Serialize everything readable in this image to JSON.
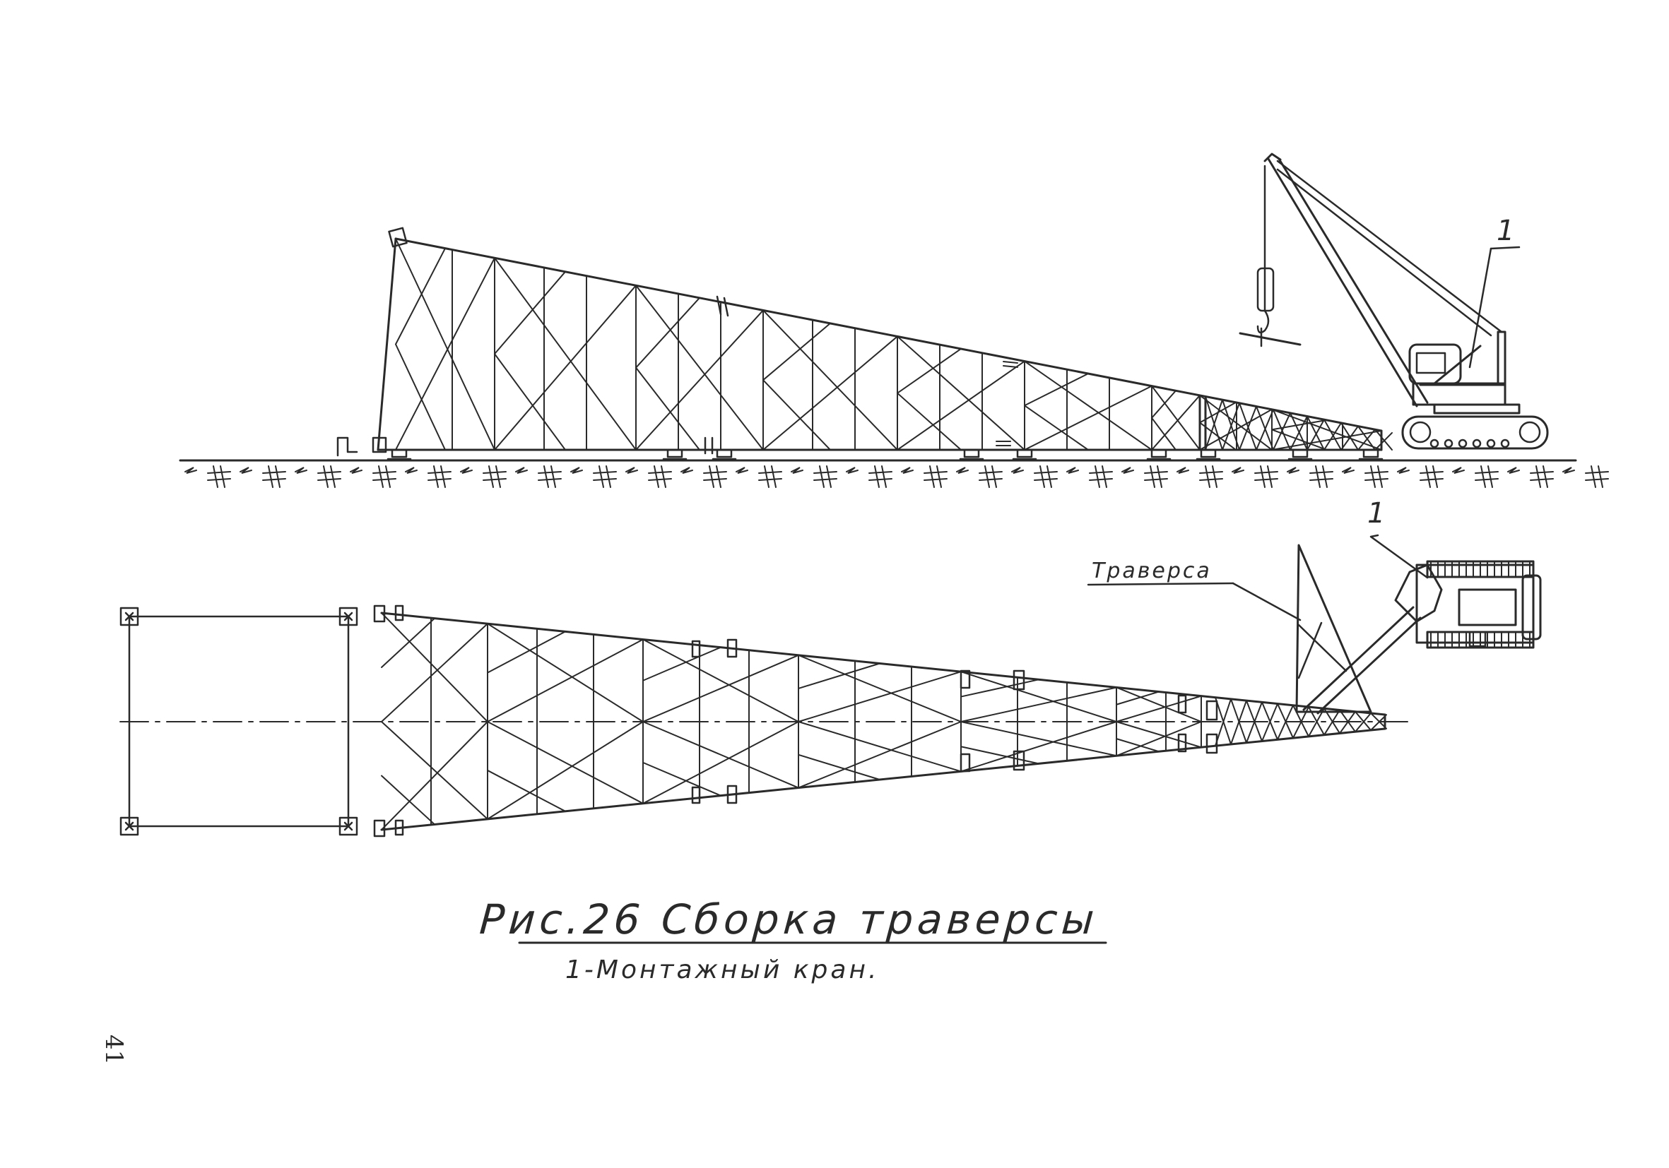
{
  "caption": {
    "title": "Рис.26  Сборка траверсы",
    "legend": "1-Монтажный кран."
  },
  "labels": {
    "traverse": "Траверса",
    "crane_callout_side": "1",
    "crane_callout_plan": "1"
  },
  "page_number": "41"
}
